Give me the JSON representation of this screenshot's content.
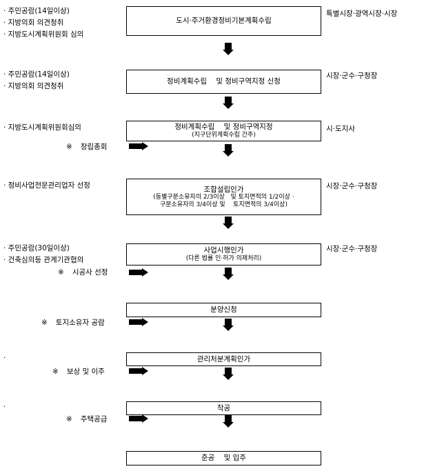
{
  "steps": [
    {
      "title": "도시·주거환경정비기본계획수립",
      "sub": "",
      "left": [
        "· 주민공람(14일이상)",
        "· 지방의회 의견청취",
        "· 지방도시계획위원회 심의"
      ],
      "note": "",
      "authority": "특별시장·광역시장·시장"
    },
    {
      "title": "정비계획수립    및 정비구역지정 신청",
      "sub": "",
      "left": [
        "· 주민공람(14일이상)",
        "· 지방의회 의견청취"
      ],
      "note": "",
      "authority": "시장·군수·구청장"
    },
    {
      "title": "정비계획수립    및 정비구역지정",
      "sub": "(지구단위계획수립 간주)",
      "left": [
        "· 지방도시계획위원회심의"
      ],
      "note": "창립총회",
      "authority": "시·도지사"
    },
    {
      "title": "조합설립인가",
      "sub": "(동별구분소유자의 2/3이상   및 토지면적의 1/2이상 ·\n구분소유자의 3/4이상 및    토지면적의 3/4이상)",
      "left": [
        "· 정비사업전문관리업자 선정"
      ],
      "note": "",
      "authority": "시장·군수·구청장"
    },
    {
      "title": "사업시행인가",
      "sub": "(다른 법률 인·허가 의제처리)",
      "left": [
        "· 주민공람(30일이상)",
        "· 건축심의등 관계기관협의"
      ],
      "note": "시공사 선정",
      "authority": "시장·군수·구청장"
    },
    {
      "title": "분양신청",
      "sub": "",
      "left": [],
      "note": "토지소유자 공람",
      "authority": ""
    },
    {
      "title": "관리처분계획인가",
      "sub": "",
      "left": [
        "·"
      ],
      "note": "보상 및 이주",
      "authority": ""
    },
    {
      "title": "착공",
      "sub": "",
      "left": [
        "·"
      ],
      "note": "주택공급",
      "authority": ""
    },
    {
      "title": "준공    및 입주",
      "sub": "",
      "left": [],
      "note": "",
      "authority": ""
    }
  ],
  "note_marker": "※"
}
